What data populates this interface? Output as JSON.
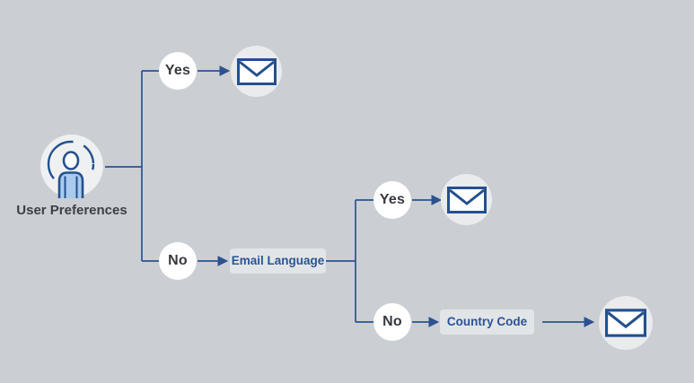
{
  "colors": {
    "background": "#cbcfd3",
    "connector_line": "#2d528f",
    "decision_circle_bg": "#ffffff",
    "outcome_circle_bg": "#e9ebed",
    "label_box_bg": "#e2e5e8",
    "label_box_text": "#2a5494",
    "dark_text": "#3a4045",
    "person_fill": "#a9cbec",
    "icon_stroke": "#24508e"
  },
  "icons": {
    "root": "user-icon",
    "outcome": "email-icon"
  },
  "diagram": {
    "root": {
      "label": "User Preferences"
    },
    "level1": {
      "yes_label": "Yes",
      "no_label": "No"
    },
    "decision2_label": "Email Language",
    "level2": {
      "yes_label": "Yes",
      "no_label": "No"
    },
    "decision3_label": "Country Code"
  }
}
